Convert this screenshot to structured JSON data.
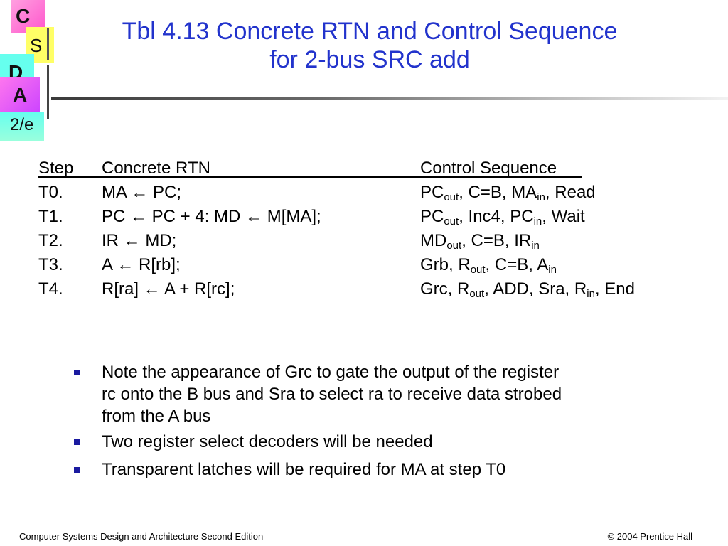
{
  "logo": {
    "c": "C",
    "s": "S",
    "d": "D",
    "a": "A",
    "edition": "2/e"
  },
  "title": {
    "line1": "Tbl 4.13  Concrete RTN and Control Sequence",
    "line2": "for 2-bus SRC add"
  },
  "table": {
    "headers": {
      "step": "Step",
      "rtn": "Concrete RTN",
      "seq": "Control Sequence"
    },
    "rows": [
      {
        "step": "T0.",
        "rtn": "MA ← PC;",
        "seq": [
          [
            "PC",
            ""
          ],
          [
            "out",
            "sub"
          ],
          [
            ", C=B, MA",
            ""
          ],
          [
            "in",
            "sub"
          ],
          [
            ", Read",
            ""
          ]
        ]
      },
      {
        "step": "T1.",
        "rtn": "PC ← PC + 4: MD ← M[MA];",
        "seq": [
          [
            "PC",
            ""
          ],
          [
            "out",
            "sub"
          ],
          [
            ", Inc4, PC",
            ""
          ],
          [
            "in",
            "sub"
          ],
          [
            ", Wait",
            ""
          ]
        ]
      },
      {
        "step": "T2.",
        "rtn": "IR ← MD;",
        "seq": [
          [
            "MD",
            ""
          ],
          [
            "out",
            "sub"
          ],
          [
            ", C=B, IR",
            ""
          ],
          [
            "in",
            "sub"
          ]
        ]
      },
      {
        "step": "T3.",
        "rtn": "A ← R[rb];",
        "seq": [
          [
            "Grb, R",
            ""
          ],
          [
            "out",
            "sub"
          ],
          [
            ", C=B, A",
            ""
          ],
          [
            "in",
            "sub"
          ]
        ]
      },
      {
        "step": "T4.",
        "rtn": "R[ra] ← A + R[rc];",
        "seq": [
          [
            "Grc, R",
            ""
          ],
          [
            "out",
            "sub"
          ],
          [
            ", ADD, Sra, R",
            ""
          ],
          [
            "in",
            "sub"
          ],
          [
            ", End",
            ""
          ]
        ]
      }
    ]
  },
  "bullets": [
    {
      "lines": [
        "Note the appearance of Grc to gate the output of the register",
        "rc onto the B bus and Sra to select ra to receive data strobed",
        "from the A bus"
      ]
    },
    {
      "lines": [
        "Two register select decoders will be needed"
      ]
    },
    {
      "lines": [
        "Transparent latches will be required for MA at step T0"
      ]
    }
  ],
  "footer": {
    "left": "Computer Systems Design and Architecture Second Edition",
    "right": "© 2004 Prentice Hall"
  },
  "colors": {
    "title": "#2233cc",
    "bullet": "#1a1aa0"
  }
}
